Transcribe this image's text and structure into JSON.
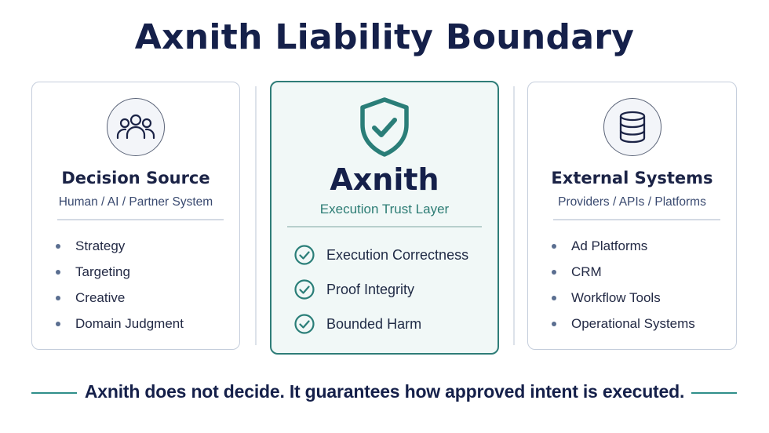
{
  "title": "Axnith Liability Boundary",
  "colors": {
    "navy": "#15204a",
    "teal": "#2f7d78",
    "card_border": "#c5cedc"
  },
  "left_card": {
    "icon": "users-icon",
    "title": "Decision Source",
    "subtitle": "Human / AI / Partner System",
    "items": [
      "Strategy",
      "Targeting",
      "Creative",
      "Domain Judgment"
    ]
  },
  "center_card": {
    "icon": "shield-check-icon",
    "title": "Axnith",
    "subtitle": "Execution Trust Layer",
    "items": [
      "Execution Correctness",
      "Proof Integrity",
      "Bounded Harm"
    ]
  },
  "right_card": {
    "icon": "database-icon",
    "title": "External Systems",
    "subtitle": "Providers / APIs / Platforms",
    "items": [
      "Ad Platforms",
      "CRM",
      "Workflow Tools",
      "Operational Systems"
    ]
  },
  "footer": "Axnith does not decide. It guarantees how approved intent is executed."
}
